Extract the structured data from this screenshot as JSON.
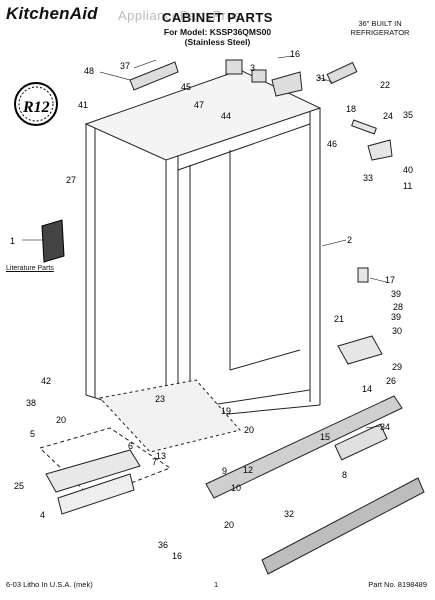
{
  "header": {
    "brand": "KitchenAid",
    "watermark": "AppliancePartsPros",
    "title": "CABINET PARTS",
    "model_line": "For Model: KSSP36QMS00",
    "variant": "(Stainless Steel)",
    "product_line_1": "36\" BUILT IN",
    "product_line_2": "REFRIGERATOR",
    "badge": "R12"
  },
  "footer": {
    "left": "6-03 Litho In U.S.A. (mek)",
    "center": "1",
    "right": "Part No. 8198489"
  },
  "labels": {
    "literature_parts": "Literature Parts"
  },
  "callouts": [
    "1",
    "2",
    "3",
    "4",
    "5",
    "6",
    "7",
    "8",
    "9",
    "10",
    "11",
    "12",
    "13",
    "14",
    "15",
    "16",
    "17",
    "18",
    "19",
    "20",
    "21",
    "22",
    "23",
    "24",
    "25",
    "26",
    "27",
    "28",
    "29",
    "30",
    "31",
    "32",
    "33",
    "34",
    "35",
    "36",
    "37",
    "38",
    "39",
    "40",
    "41",
    "42",
    "44",
    "45",
    "46",
    "47",
    "48"
  ]
}
